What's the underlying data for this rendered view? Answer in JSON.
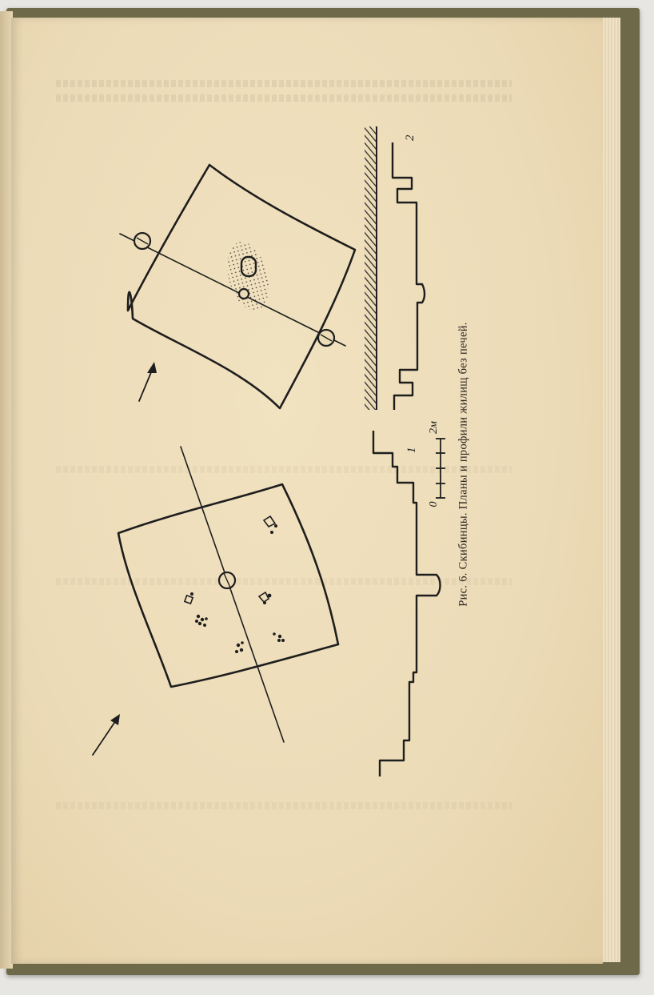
{
  "figure": {
    "caption": "Рис. 6. Скибинцы. Планы и профили жилищ без печей.",
    "profile_labels": {
      "profile_1": "1",
      "profile_2": "2"
    },
    "scale": {
      "zero_label": "0",
      "end_label": "2м"
    }
  },
  "colors": {
    "ink": "#1e1e1e",
    "paper": "#eddcb8",
    "cover": "#6e6a49"
  }
}
